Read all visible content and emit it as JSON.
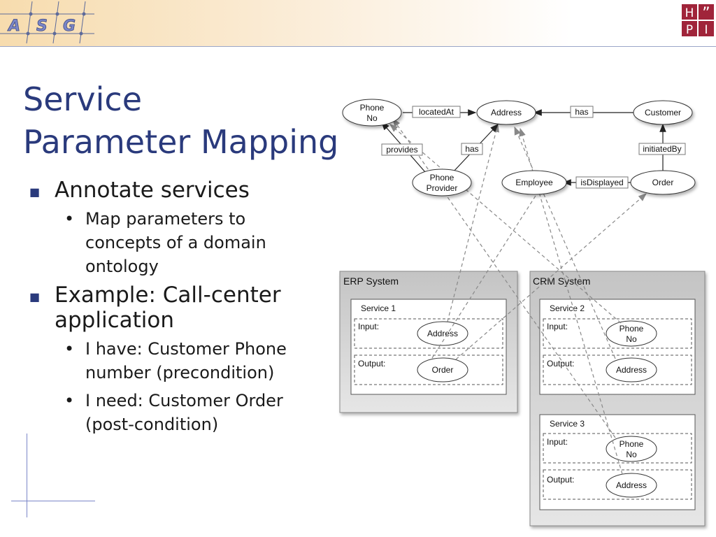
{
  "header": {
    "logo_letters": [
      "A",
      "S",
      "G"
    ],
    "hpi_letters": [
      "H",
      "”",
      "P",
      "I"
    ]
  },
  "slide": {
    "title_line1": "Service",
    "title_line2": "Parameter Mapping",
    "bullets": [
      {
        "text": "Annotate services",
        "sub": [
          "Map parameters to concepts of a domain ontology"
        ]
      },
      {
        "text": "Example: Call-center application",
        "sub": [
          "I have: Customer Phone number (precondition)",
          "I need: Customer Order (post-condition)"
        ]
      }
    ]
  },
  "diagram": {
    "ontology": {
      "nodes": {
        "phone_no": [
          "Phone",
          "No"
        ],
        "address": "Address",
        "customer": "Customer",
        "phone_provider": [
          "Phone",
          "Provider"
        ],
        "employee": "Employee",
        "order": "Order"
      },
      "relations": {
        "located_at": "locatedAt",
        "has_customer": "has",
        "provides": "provides",
        "has_provider": "has",
        "initiated_by": "initiatedBy",
        "is_displayed": "isDisplayed"
      }
    },
    "systems": {
      "erp": {
        "name": "ERP System",
        "service1": {
          "name": "Service 1",
          "input_label": "Input:",
          "input": "Address",
          "output_label": "Output:",
          "output": "Order"
        }
      },
      "crm": {
        "name": "CRM System",
        "service2": {
          "name": "Service 2",
          "input_label": "Input:",
          "input": [
            "Phone",
            "No"
          ],
          "output_label": "Output:",
          "output": "Address"
        },
        "service3": {
          "name": "Service 3",
          "input_label": "Input:",
          "input": [
            "Phone",
            "No"
          ],
          "output_label": "Output:",
          "output": "Address"
        }
      }
    }
  },
  "colors": {
    "title": "#2a3a7c",
    "accent_blue": "#4a5aa8",
    "banner_orange": "#f7dcae",
    "hpi_red": "#a0243a"
  }
}
